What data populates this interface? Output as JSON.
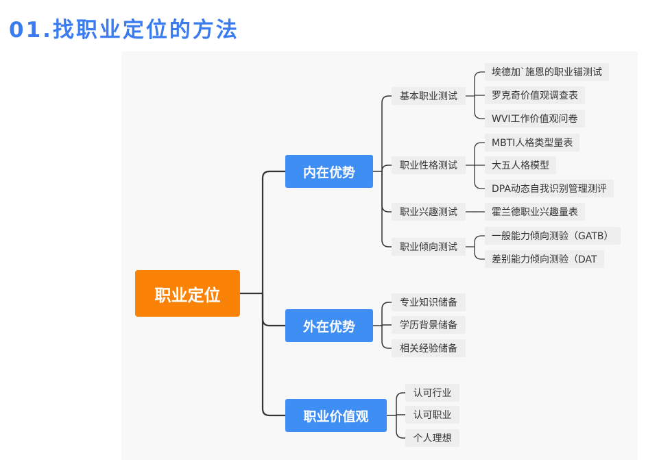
{
  "header": {
    "title": "01.找职业定位的方法"
  },
  "mindmap": {
    "root": {
      "label": "职业定位"
    },
    "branches": [
      {
        "label": "内在优势",
        "children": [
          {
            "label": "基本职业测试",
            "children": [
              "埃德加`施恩的职业锚测试",
              "罗克奇价值观调查表",
              "WVI工作价值观问卷"
            ]
          },
          {
            "label": "职业性格测试",
            "children": [
              "MBTI人格类型量表",
              "大五人格模型",
              "DPA动态自我识别管理测评"
            ]
          },
          {
            "label": "职业兴趣测试",
            "children": [
              "霍兰德职业兴趣量表"
            ]
          },
          {
            "label": "职业倾向测试",
            "children": [
              "一般能力倾向测验（GATB）",
              "差别能力倾向测验（DAT"
            ]
          }
        ]
      },
      {
        "label": "外在优势",
        "children": [
          {
            "label": "专业知识储备"
          },
          {
            "label": "学历背景储备"
          },
          {
            "label": "相关经验储备"
          }
        ]
      },
      {
        "label": "职业价值观",
        "children": [
          {
            "label": "认可行业"
          },
          {
            "label": "认可职业"
          },
          {
            "label": "个人理想"
          }
        ]
      }
    ]
  },
  "colors": {
    "title": "#3a7cf0",
    "root": "#f98207",
    "branch": "#3f8ef3",
    "chip": "#eeeeee",
    "line": "#333333"
  }
}
